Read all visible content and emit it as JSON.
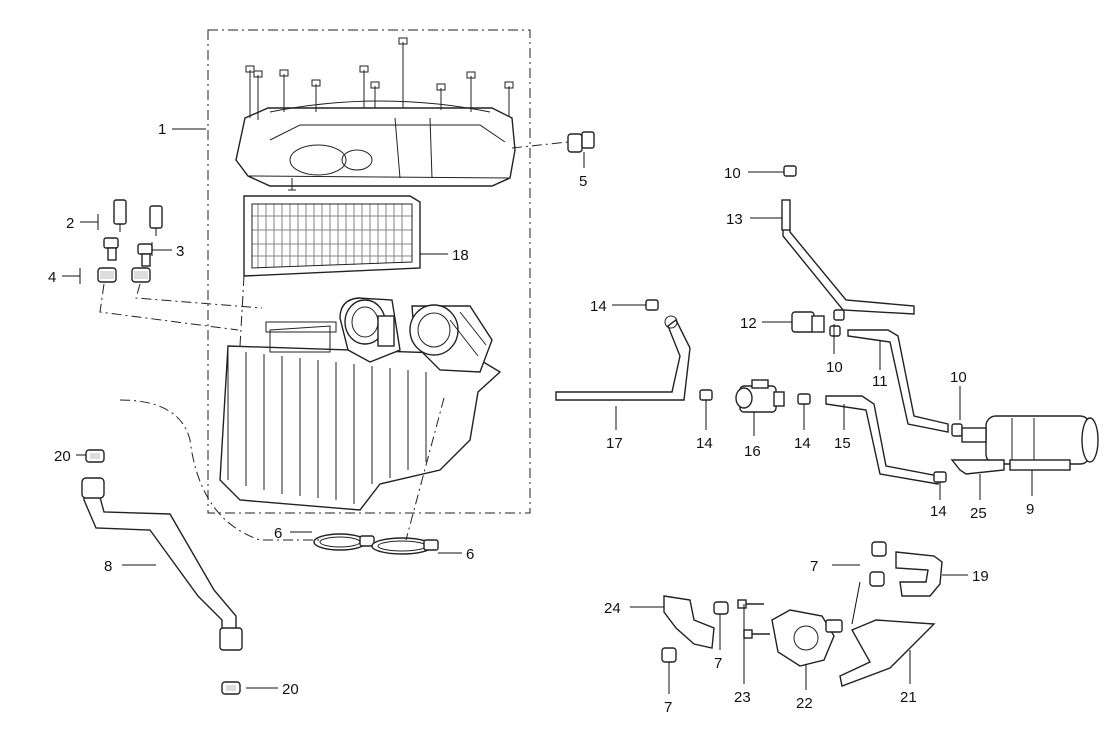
{
  "callouts": {
    "c1": "1",
    "c2": "2",
    "c3": "3",
    "c4": "4",
    "c5": "5",
    "c6a": "6",
    "c6b": "6",
    "c7a": "7",
    "c7b": "7",
    "c7c": "7",
    "c8": "8",
    "c9": "9",
    "c10a": "10",
    "c10b": "10",
    "c10c": "10",
    "c11": "11",
    "c12": "12",
    "c13": "13",
    "c14a": "14",
    "c14b": "14",
    "c14c": "14",
    "c14d": "14",
    "c15": "15",
    "c16": "16",
    "c17": "17",
    "c18": "18",
    "c19": "19",
    "c20a": "20",
    "c20b": "20",
    "c21": "21",
    "c22": "22",
    "c23": "23",
    "c24": "24",
    "c25": "25"
  }
}
